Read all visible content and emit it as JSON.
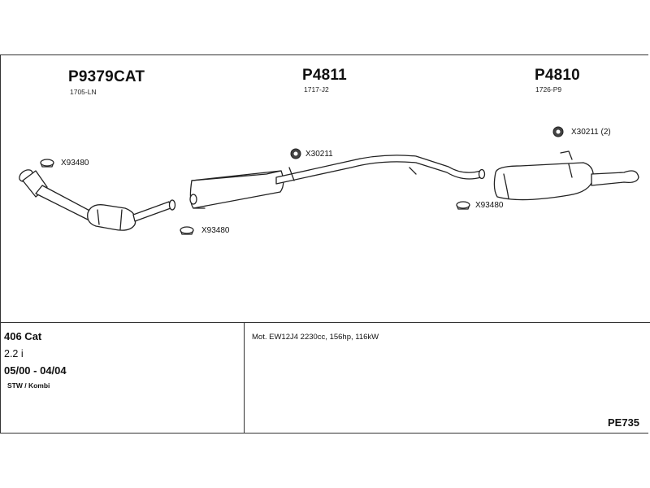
{
  "parts": [
    {
      "code": "P9379CAT",
      "ref": "1705-LN"
    },
    {
      "code": "P4811",
      "ref": "1717-J2"
    },
    {
      "code": "P4810",
      "ref": "1726-P9"
    }
  ],
  "callouts": {
    "clamp_front": "X93480",
    "clamp_cat": "X93480",
    "clamp_rear": "X93480",
    "hanger_mid": "X30211",
    "hanger_rear": "X30211 (2)"
  },
  "icons": {
    "clamp": "clamp-icon",
    "hanger": "rubber-hanger-icon"
  },
  "vehicle": {
    "model": "406 Cat",
    "engine_size": "2.2 i",
    "years": "05/00 - 04/04",
    "body": "STW / Kombi"
  },
  "engine_spec": "Mot. EW12J4 2230cc, 156hp, 116kW",
  "diagram_code": "PE735"
}
